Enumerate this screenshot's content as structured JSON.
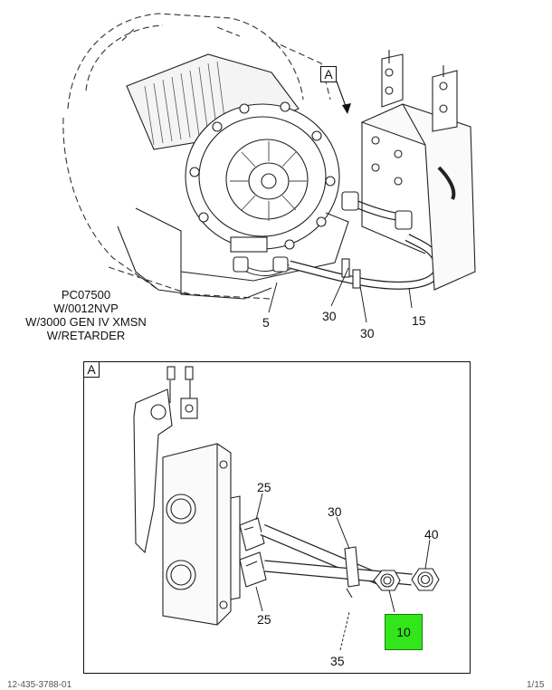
{
  "upper_view": {
    "section_tag": "A",
    "caption": [
      "PC07500",
      "W/0012NVP",
      "W/3000 GEN IV XMSN",
      "W/RETARDER"
    ],
    "callouts": [
      "5",
      "30",
      "30",
      "15"
    ]
  },
  "detail_view": {
    "section_tag": "A",
    "callouts": [
      "25",
      "25",
      "30",
      "35",
      "40"
    ],
    "highlighted_callout": "10",
    "highlight_color": "#33e61a"
  },
  "footer": {
    "left": "12-435-3788-01",
    "right": "1/15"
  }
}
